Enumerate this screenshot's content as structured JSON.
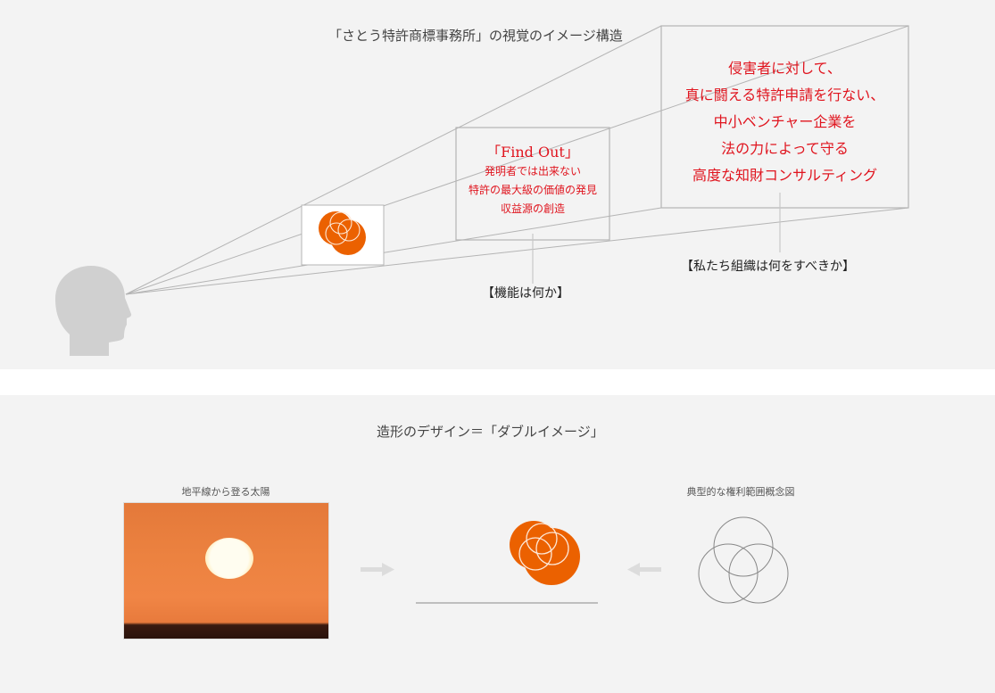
{
  "top_section": {
    "title": "「さとう特許商標事務所」の視覚のイメージ構造",
    "outer_box": {
      "lines": [
        "侵害者に対して、",
        "真に闘える特許申請を行ない、",
        "中小ベンチャー企業を",
        "法の力によって守る",
        "高度な知財コンサルティング"
      ],
      "caption": "【私たち組織は何をすべきか】"
    },
    "middle_box": {
      "heading": "「Find Out」",
      "lines": [
        "発明者では出来ない",
        "特許の最大級の価値の発見",
        "収益源の創造"
      ],
      "caption": "【機能は何か】"
    },
    "inner_box": {
      "icon": "logo-mark-icon"
    },
    "viewer": {
      "icon": "head-silhouette-icon"
    }
  },
  "bottom_section": {
    "title": "造形のデザイン＝「ダブルイメージ」",
    "left": {
      "caption": "地平線から登る太陽",
      "image": "sunrise-photo"
    },
    "center": {
      "icon": "logo-mark-icon"
    },
    "right": {
      "caption": "典型的な権利範囲概念図",
      "icon": "venn-diagram-icon"
    }
  },
  "colors": {
    "background": "#f3f3f3",
    "accent_red": "#e0141e",
    "logo_orange": "#eb6100",
    "line_gray": "#b4b4b4",
    "head_gray": "#d0d0d0"
  }
}
